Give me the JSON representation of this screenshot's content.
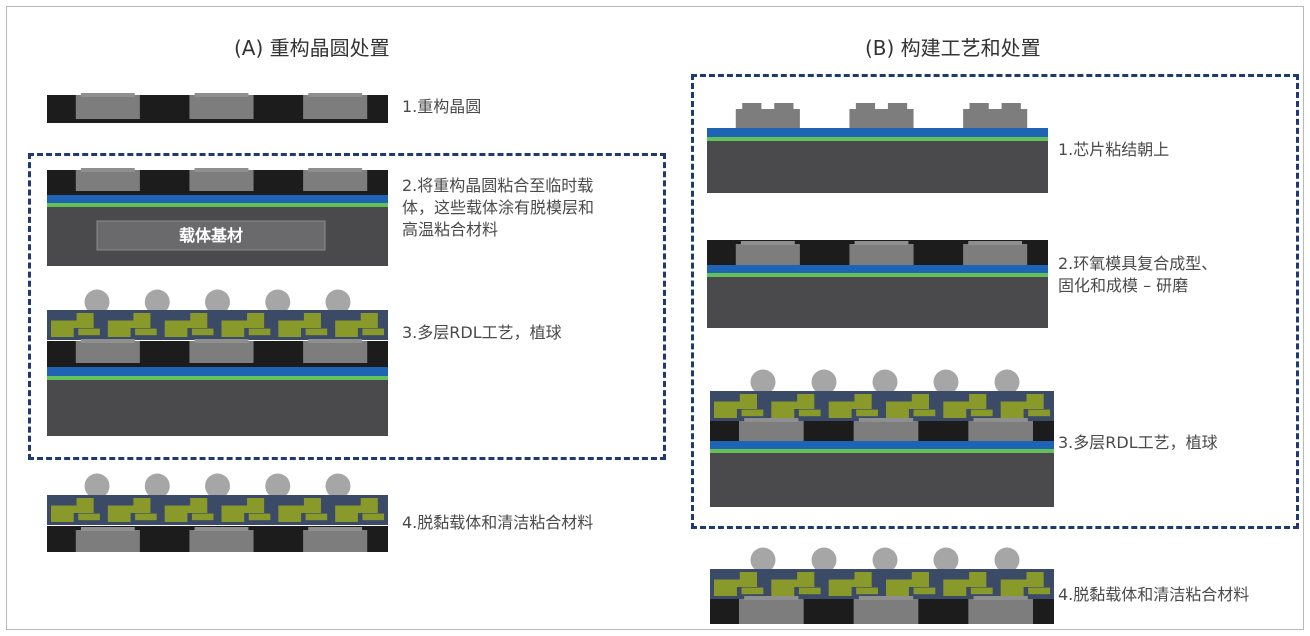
{
  "panel_a": {
    "title": "(A) 重构晶圆处置",
    "carrier_label": "载体基材",
    "steps": {
      "s1": "1.重构晶圆",
      "s2_line1": "2.将重构晶圆粘合至临时载",
      "s2_line2": "体，这些载体涂有脱模层和",
      "s2_line3": "高温粘合材料",
      "s3": "3.多层RDL工艺，植球",
      "s4": "4.脱黏载体和清洁粘合材料"
    }
  },
  "panel_b": {
    "title": "(B) 构建工艺和处置",
    "steps": {
      "s1": "1.芯片粘结朝上",
      "s2_line1": "2.环氧模具复合成型、",
      "s2_line2": "固化和成模 – 研磨",
      "s3": "3.多层RDL工艺，植球",
      "s4": "4.脱黏载体和清洁粘合材料"
    }
  },
  "colors": {
    "mold": "#1c1c1c",
    "die": "#7d7d7d",
    "carrier": "#4a4a4d",
    "release_layer": "#1f64b4",
    "adhesive": "#63c15a",
    "rdl_dielectric": "#3b4a66",
    "rdl_copper": "#8a9a2a",
    "solder_ball": "#a6a6a6",
    "dash_border": "#1f3a73"
  }
}
